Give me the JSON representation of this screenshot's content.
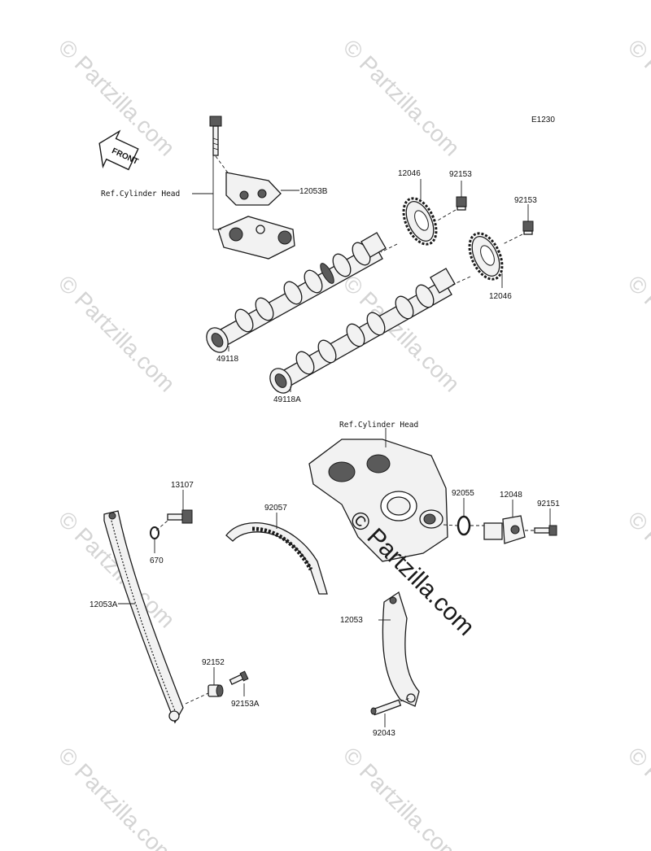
{
  "diagram": {
    "code": "E1230",
    "front_label": "FRONT",
    "parts": [
      {
        "id": "p12053b",
        "label": "12053B"
      },
      {
        "id": "pref1",
        "label": "Ref.Cylinder Head"
      },
      {
        "id": "p12046a",
        "label": "12046"
      },
      {
        "id": "p92153a",
        "label": "92153"
      },
      {
        "id": "p92153b",
        "label": "92153"
      },
      {
        "id": "p12046b",
        "label": "12046"
      },
      {
        "id": "p49118",
        "label": "49118"
      },
      {
        "id": "p49118a",
        "label": "49118A"
      },
      {
        "id": "pref2",
        "label": "Ref.Cylinder Head"
      },
      {
        "id": "p13107",
        "label": "13107"
      },
      {
        "id": "p92057",
        "label": "92057"
      },
      {
        "id": "p670",
        "label": "670"
      },
      {
        "id": "p12053a",
        "label": "12053A"
      },
      {
        "id": "p92055",
        "label": "92055"
      },
      {
        "id": "p12048",
        "label": "12048"
      },
      {
        "id": "p92151",
        "label": "92151"
      },
      {
        "id": "p12053",
        "label": "12053"
      },
      {
        "id": "p92152",
        "label": "92152"
      },
      {
        "id": "p92153c",
        "label": "92153A"
      },
      {
        "id": "p92043",
        "label": "92043"
      }
    ],
    "watermark_text": "© Partzilla.com",
    "center_watermark": "© Partzilla.com"
  }
}
